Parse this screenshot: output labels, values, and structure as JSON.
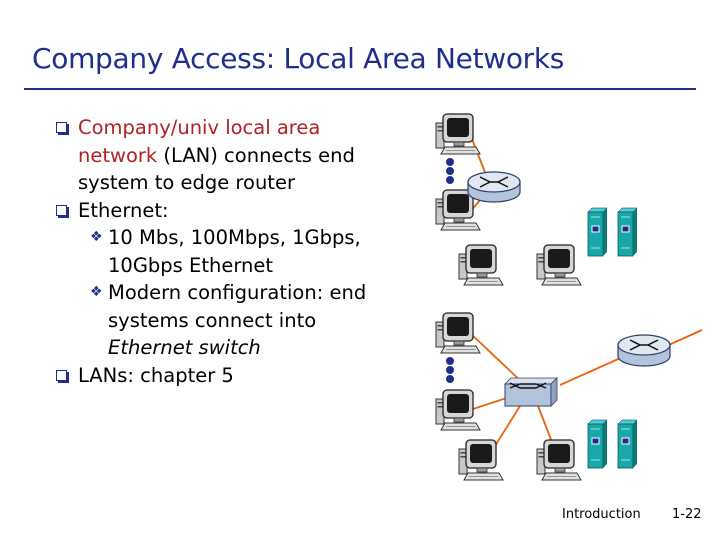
{
  "slide": {
    "title": "Company Access: Local Area Networks",
    "bullets": {
      "b1_hl": "Company/univ local area network",
      "b1_rest": " (LAN) connects end system to edge router",
      "b2": "Ethernet:",
      "b2_s1": "10 Mbs, 100Mbps, 1Gbps, 10Gbps Ethernet",
      "b2_s2_a": "Modern configuration: end systems connect into ",
      "b2_s2_b": "Ethernet switch",
      "b3": "LANs: chapter 5"
    },
    "footer": {
      "section": "Introduction",
      "page": "1-22"
    }
  },
  "colors": {
    "title": "#1f2d8c",
    "highlight": "#b22222",
    "links": "#e8650c",
    "router": "#b3c3dc",
    "server": "#18a8a8"
  },
  "icons": [
    "desktop-computer-icon",
    "router-icon",
    "ethernet-switch-icon",
    "server-tower-icon",
    "ellipsis-dots-icon"
  ]
}
